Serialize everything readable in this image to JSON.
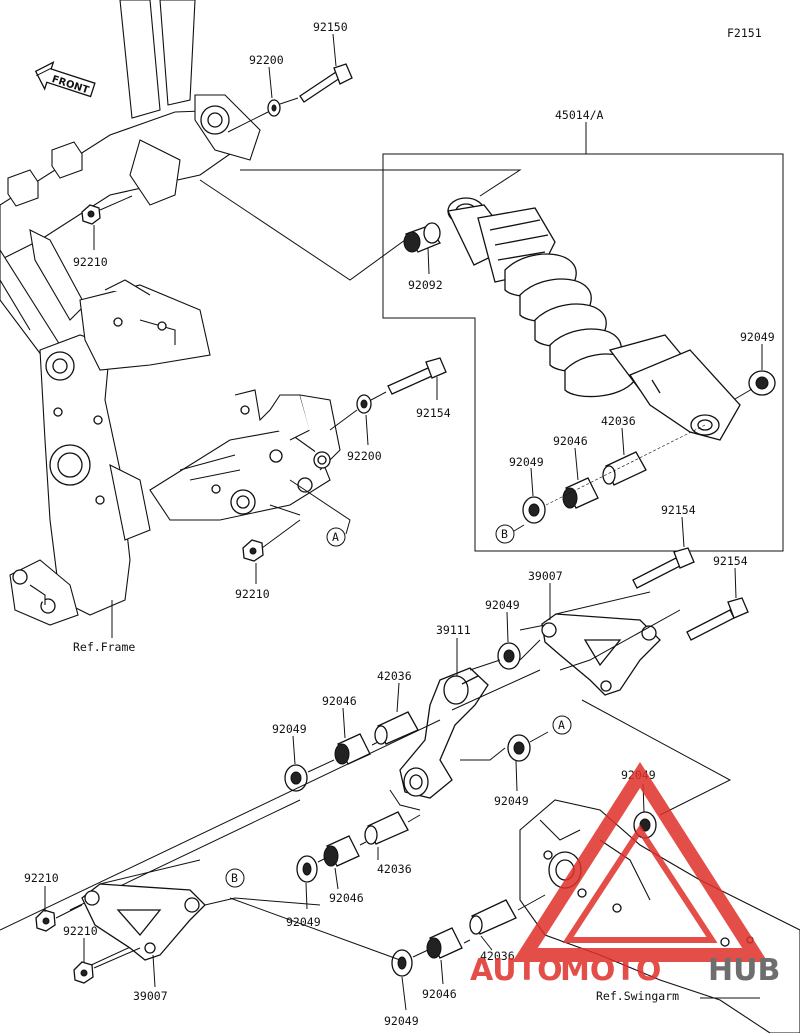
{
  "figure_id": "F2151",
  "front_arrow_label": "FRONT",
  "ref_labels": {
    "frame": "Ref.Frame",
    "swingarm": "Ref.Swingarm"
  },
  "callouts": {
    "A": "A",
    "B": "B"
  },
  "part_numbers": {
    "bolt_top": "92150",
    "washer_top": "92200",
    "nut_top": "92210",
    "shock_assy": "45014/A",
    "bushing_top": "92092",
    "seal_shock_right": "92049",
    "collar_shock": "42036",
    "bearing_shock": "92046",
    "seal_shock_left": "92049",
    "bolt_mid": "92154",
    "washer_mid": "92200",
    "nut_mid": "92210",
    "bolt_right_1": "92154",
    "bolt_right_2": "92154",
    "tie_rod_upper": "39007",
    "seal_rocker_top": "92049",
    "rocker_arm": "39111",
    "collar_rocker_top": "42036",
    "bearing_rocker_top": "92046",
    "seal_rocker_left": "92049",
    "seal_rocker_a": "92049",
    "seal_swingarm_top": "92049",
    "collar_rocker_mid": "42036",
    "bearing_rocker_mid": "92046",
    "seal_rocker_mid": "92049",
    "nut_lower_1": "92210",
    "nut_lower_2": "92210",
    "tie_rod_lower": "39007",
    "collar_swingarm": "42036",
    "bearing_swingarm": "92046",
    "seal_swingarm_bottom": "92049"
  },
  "watermark": {
    "text_auto": "AUTO",
    "text_moto": "MOTO",
    "text_hub": "HUB",
    "color_red": "#e0302a",
    "color_dark": "#555555"
  }
}
